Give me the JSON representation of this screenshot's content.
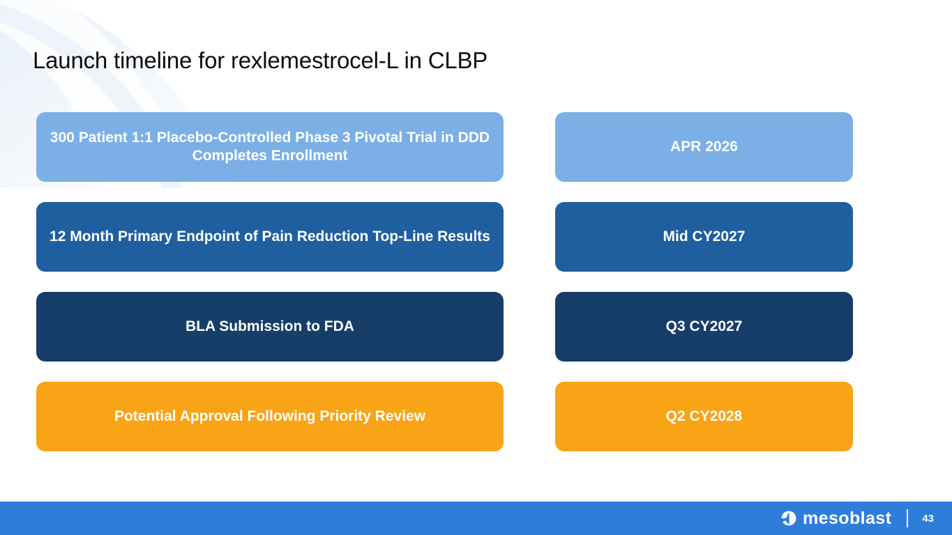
{
  "slide": {
    "title": "Launch timeline for rexlemestrocel-L in CLBP",
    "background_color": "#ffffff"
  },
  "timeline": {
    "rows": [
      {
        "event": "300 Patient 1:1 Placebo-Controlled Phase 3 Pivotal Trial in DDD Completes Enrollment",
        "date": "APR 2026",
        "color": "#7bafe6",
        "color_class": "c-lightblue"
      },
      {
        "event": "12 Month Primary Endpoint of Pain Reduction Top-Line Results",
        "date": "Mid CY2027",
        "color": "#1f5fa0",
        "color_class": "c-blue"
      },
      {
        "event": "BLA Submission to FDA",
        "date": "Q3 CY2027",
        "color": "#163e68",
        "color_class": "c-navy"
      },
      {
        "event": "Potential Approval Following Priority Review",
        "date": "Q2 CY2028",
        "color": "#f9a316",
        "color_class": "c-orange"
      }
    ]
  },
  "footer": {
    "brand_name": "mesoblast",
    "brand_mark_icon": "mesoblast-logo-icon",
    "page_number": "43",
    "bar_color": "#2e7ddb"
  }
}
